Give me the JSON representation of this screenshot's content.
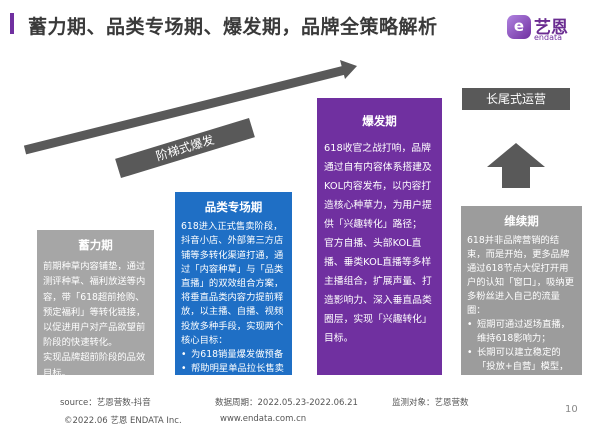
{
  "header": {
    "title": "蓄力期、品类专场期、爆发期，品牌全策略解析",
    "logo_cn": "艺恩",
    "logo_en": "endata",
    "logo_mark": "e"
  },
  "diagram": {
    "arrow_label": "阶梯式爆发",
    "long_tail_label": "长尾式运营",
    "stage1": {
      "title": "蓄力期",
      "body": "前期种草内容铺垫，通过测评种草、福利放送等内容，带「618超前抢购、预定福利」等转化链接，以促进用户对产品欲望前阶段的快速转化。",
      "body2": "实现品牌超前阶段的品效目标。"
    },
    "stage2": {
      "title": "品类专场期",
      "body": "618进入正式售卖阶段，抖音小店、外部第三方店铺等多转化渠道打通，通过「内容种草」与「品类直播」的双效组合方案，将垂直品类内容力提前释放，以主播、自播、视频投放多种手段，实现两个核心目标：",
      "bullets": [
        "为618销量爆发做预备",
        "帮助明星单品拉长售卖期，以获更多转化"
      ]
    },
    "stage3": {
      "title": "爆发期",
      "body": "618收官之战打响，品牌通过自有内容体系搭建及KOL内容发布，以内容打造核心种草力，为用户提供「兴趣转化」路径；",
      "body2": "官方自播、头部KOL直播、垂类KOL直播等多样主播组合，扩展声量、打造影响力、深入垂直品类圈层，实现「兴趣转化」目标。"
    },
    "stage4": {
      "title": "维续期",
      "body": "618并非品牌营销的结束，而是开始，更多品牌通过618节点大促打开用户的认知「窗口」，吸纳更多粉丝进入自己的流量圈：",
      "bullets": [
        "短期可通过返场直播，维持618影响力；",
        "长期可以建立稳定的「投放+自营」模型，创造更多「流量+销量」奇迹"
      ]
    }
  },
  "footer": {
    "source": "source：艺恩营数-抖音",
    "period": "数据周期：2022.05.23-2022.06.21",
    "object": "监测对象：艺恩营数",
    "copyright": "©2022.06 艺恩 ENDATA Inc.",
    "url": "www.endata.com.cn",
    "page": "10"
  },
  "colors": {
    "purple": "#7030a0",
    "blue": "#1f6fc5",
    "gray": "#a6a6a6",
    "dark": "#595959"
  }
}
